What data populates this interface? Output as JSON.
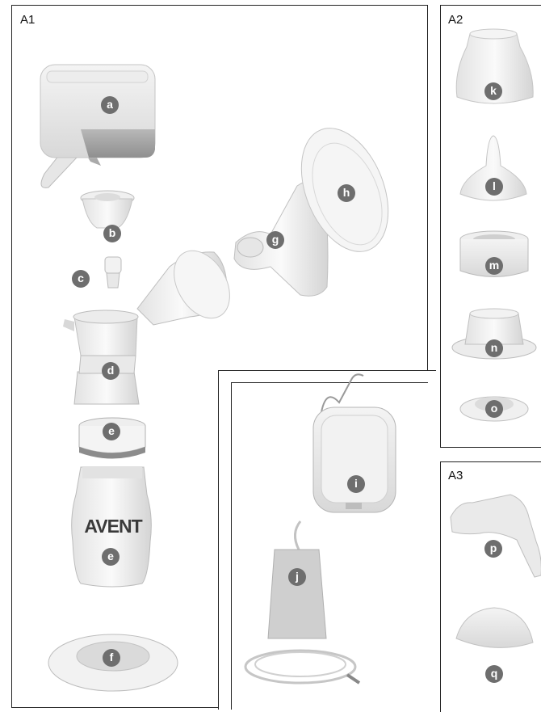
{
  "panels": {
    "a1": "A1",
    "a2": "A2",
    "a3": "A3"
  },
  "labels": {
    "a": "a",
    "b": "b",
    "c": "c",
    "d": "d",
    "e1": "e",
    "e2": "e",
    "f": "f",
    "g": "g",
    "h": "h",
    "i": "i",
    "j": "j",
    "k": "k",
    "l": "l",
    "m": "m",
    "n": "n",
    "o": "o",
    "p": "p",
    "q": "q"
  },
  "bottle_brand": "AVENT"
}
